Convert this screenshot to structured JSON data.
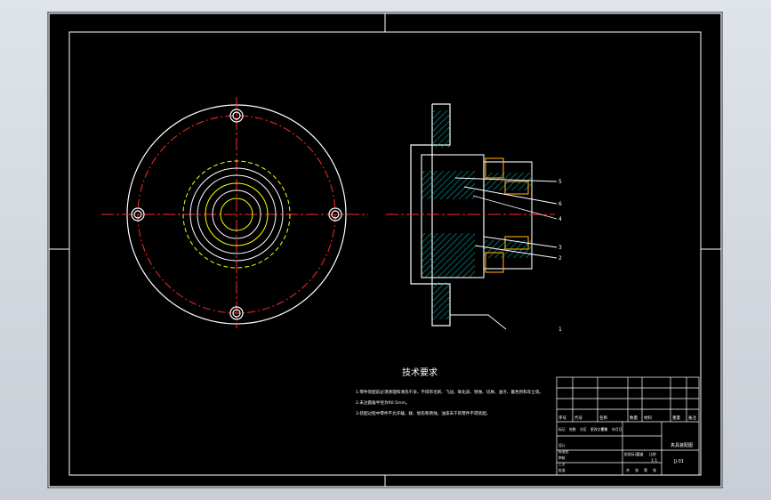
{
  "colors": {
    "background": "#000000",
    "outline": "#ffffff",
    "centerline": "#ff2a2a",
    "hidden": "#ffff00",
    "hatch": "#00a9a5",
    "section": "#ffa500",
    "frame_bg": "#d4d8df"
  },
  "drawing": {
    "tech_title": "技术要求",
    "notes": [
      "1.零件装配前必须清理和清洗干净，不得有毛刺、飞边、氧化皮、锈蚀、切屑、油污、着色剂和灰尘等。",
      "2.未注圆角半径为R0.5mm。",
      "3.装配过程中零件不允许磕、碰、划伤和锈蚀，油漆未干的零件不得装配。"
    ],
    "balloons": [
      "5",
      "6",
      "4",
      "3",
      "2",
      "1"
    ]
  },
  "title_block": {
    "header_labels": [
      "序号",
      "代号",
      "名称",
      "数量",
      "材料",
      "重量",
      "备注"
    ],
    "sign_labels": [
      "标记",
      "处数",
      "分区",
      "更改文件号",
      "签名",
      "年月日"
    ],
    "role_labels": [
      "设计",
      "标准化",
      "审核",
      "工艺",
      "批准"
    ],
    "stage_labels": [
      "阶段标记",
      "重量",
      "比例"
    ],
    "scale": "1:1",
    "sheet_info": [
      "共",
      "张",
      "第",
      "张"
    ],
    "drawing_name": "夹具装配图",
    "drawing_code": "JJ-01"
  }
}
